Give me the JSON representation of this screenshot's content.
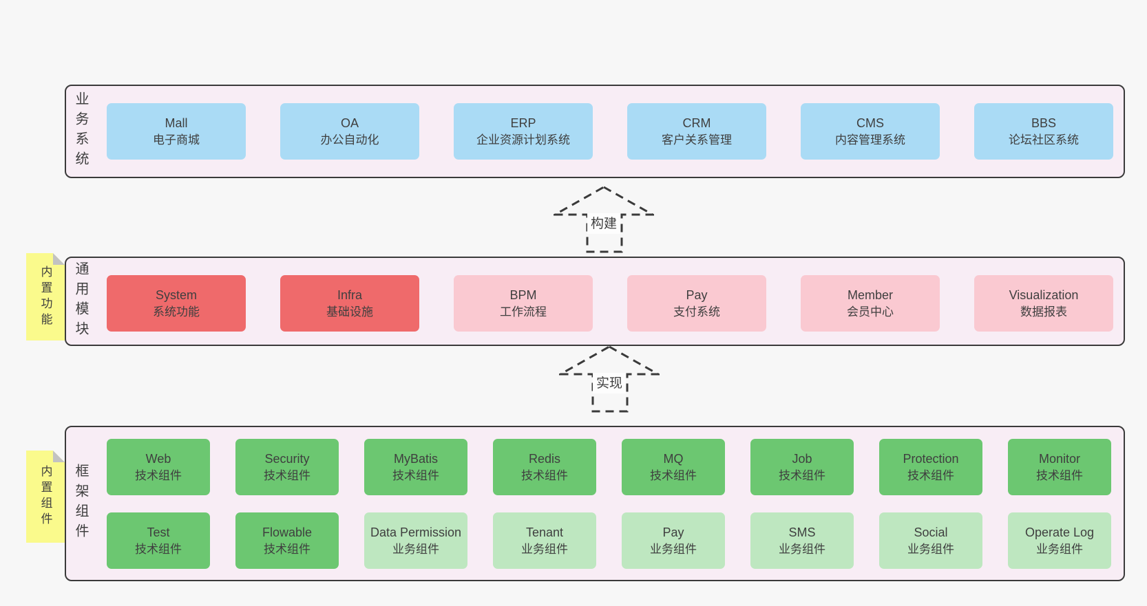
{
  "colors": {
    "page-bg": "#f7f7f7",
    "panel-bg": "#f8edf5",
    "panel-border": "#3a3a3a",
    "box-blue": "#aadbf5",
    "box-red": "#ef6a6b",
    "box-pink": "#fac9d1",
    "box-green": "#6cc771",
    "box-lightgreen": "#bee7c0",
    "note-yellow": "#fafa8c",
    "note-fold": "#c2c2c2",
    "text": "#3f3f3f",
    "arrow": "#3a3a3a"
  },
  "layers": [
    {
      "id": "business",
      "label": "业务系统",
      "note": null,
      "rows": [
        [
          {
            "name": "Mall",
            "subtitle": "电子商城",
            "variant": "blue"
          },
          {
            "name": "OA",
            "subtitle": "办公自动化",
            "variant": "blue"
          },
          {
            "name": "ERP",
            "subtitle": "企业资源计划系统",
            "variant": "blue"
          },
          {
            "name": "CRM",
            "subtitle": "客户关系管理",
            "variant": "blue"
          },
          {
            "name": "CMS",
            "subtitle": "内容管理系统",
            "variant": "blue"
          },
          {
            "name": "BBS",
            "subtitle": "论坛社区系统",
            "variant": "blue"
          }
        ]
      ]
    },
    {
      "id": "modules",
      "label": "通用模块",
      "note": "内置功能",
      "rows": [
        [
          {
            "name": "System",
            "subtitle": "系统功能",
            "variant": "red"
          },
          {
            "name": "Infra",
            "subtitle": "基础设施",
            "variant": "red"
          },
          {
            "name": "BPM",
            "subtitle": "工作流程",
            "variant": "pink"
          },
          {
            "name": "Pay",
            "subtitle": "支付系统",
            "variant": "pink"
          },
          {
            "name": "Member",
            "subtitle": "会员中心",
            "variant": "pink"
          },
          {
            "name": "Visualization",
            "subtitle": "数据报表",
            "variant": "pink"
          }
        ]
      ]
    },
    {
      "id": "components",
      "label": "框架组件",
      "note": "内置组件",
      "rows": [
        [
          {
            "name": "Web",
            "subtitle": "技术组件",
            "variant": "green"
          },
          {
            "name": "Security",
            "subtitle": "技术组件",
            "variant": "green"
          },
          {
            "name": "MyBatis",
            "subtitle": "技术组件",
            "variant": "green"
          },
          {
            "name": "Redis",
            "subtitle": "技术组件",
            "variant": "green"
          },
          {
            "name": "MQ",
            "subtitle": "技术组件",
            "variant": "green"
          },
          {
            "name": "Job",
            "subtitle": "技术组件",
            "variant": "green"
          },
          {
            "name": "Protection",
            "subtitle": "技术组件",
            "variant": "green"
          },
          {
            "name": "Monitor",
            "subtitle": "技术组件",
            "variant": "green"
          }
        ],
        [
          {
            "name": "Test",
            "subtitle": "技术组件",
            "variant": "green"
          },
          {
            "name": "Flowable",
            "subtitle": "技术组件",
            "variant": "green"
          },
          {
            "name": "Data Permission",
            "subtitle": "业务组件",
            "variant": "lightgreen"
          },
          {
            "name": "Tenant",
            "subtitle": "业务组件",
            "variant": "lightgreen"
          },
          {
            "name": "Pay",
            "subtitle": "业务组件",
            "variant": "lightgreen"
          },
          {
            "name": "SMS",
            "subtitle": "业务组件",
            "variant": "lightgreen"
          },
          {
            "name": "Social",
            "subtitle": "业务组件",
            "variant": "lightgreen"
          },
          {
            "name": "Operate Log",
            "subtitle": "业务组件",
            "variant": "lightgreen"
          }
        ]
      ]
    }
  ],
  "arrows": [
    {
      "id": "build",
      "label": "构建"
    },
    {
      "id": "implement",
      "label": "实现"
    }
  ]
}
